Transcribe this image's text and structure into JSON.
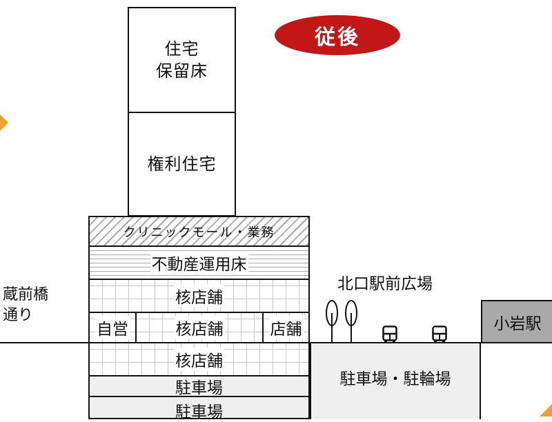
{
  "badge": "従後",
  "tower": {
    "reserved": [
      "住宅",
      "保留床"
    ],
    "rights": "権利住宅"
  },
  "podium": {
    "clinic": "クリニックモール・業務",
    "realestate": "不動産運用床",
    "anchor_top": "核店舗",
    "own": "自営",
    "anchor_mid": "核店舗",
    "shop": "店舗",
    "anchor_b1": "核店舗",
    "parking_b2": "駐車場",
    "parking_b3": "駐車場"
  },
  "left_street": [
    "蔵前橋",
    "通り"
  ],
  "plaza": {
    "label": "北口駅前広場",
    "underground": "駐車場・駐輪場"
  },
  "station": "小岩駅",
  "icons": [
    "tree-icon",
    "tree-icon",
    "bus-icon",
    "bus-icon"
  ],
  "colors": {
    "badge": "#c11717",
    "accent": "#f0a030",
    "station_fill": "#a9a9a9",
    "underground_fill": "#efefef"
  }
}
